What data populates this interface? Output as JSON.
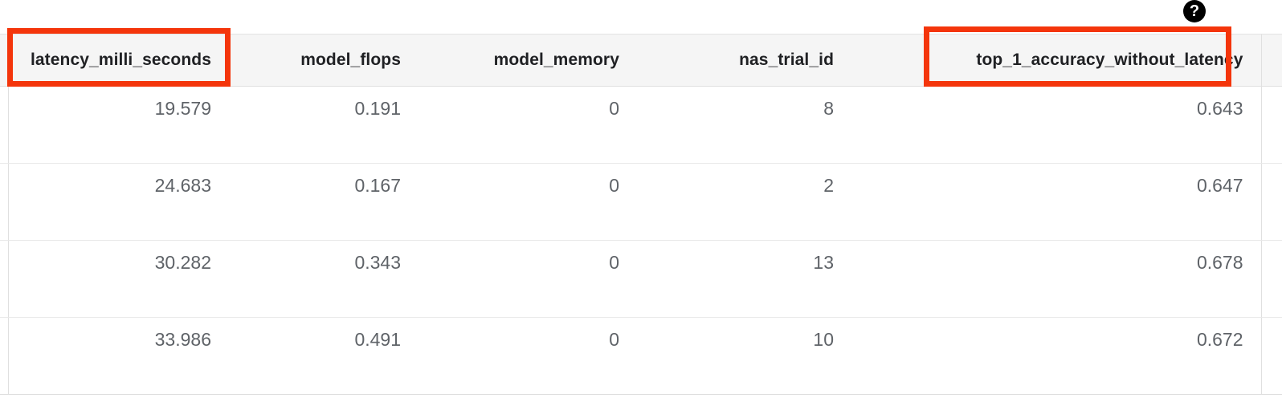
{
  "help": {
    "icon": "help-question-icon",
    "glyph": "?"
  },
  "table": {
    "columns": [
      {
        "key": "latency_milli_seconds",
        "label": "latency_milli_seconds",
        "align": "right",
        "highlighted": true
      },
      {
        "key": "model_flops",
        "label": "model_flops",
        "align": "right",
        "highlighted": false
      },
      {
        "key": "model_memory",
        "label": "model_memory",
        "align": "right",
        "highlighted": false
      },
      {
        "key": "nas_trial_id",
        "label": "nas_trial_id",
        "align": "right",
        "highlighted": false
      },
      {
        "key": "top_1_accuracy_without_latency",
        "label": "top_1_accuracy_without_latency",
        "align": "right",
        "highlighted": true
      }
    ],
    "rows": [
      {
        "latency_milli_seconds": "19.579",
        "model_flops": "0.191",
        "model_memory": "0",
        "nas_trial_id": "8",
        "top_1_accuracy_without_latency": "0.643"
      },
      {
        "latency_milli_seconds": "24.683",
        "model_flops": "0.167",
        "model_memory": "0",
        "nas_trial_id": "2",
        "top_1_accuracy_without_latency": "0.647"
      },
      {
        "latency_milli_seconds": "30.282",
        "model_flops": "0.343",
        "model_memory": "0",
        "nas_trial_id": "13",
        "top_1_accuracy_without_latency": "0.678"
      },
      {
        "latency_milli_seconds": "33.986",
        "model_flops": "0.491",
        "model_memory": "0",
        "nas_trial_id": "10",
        "top_1_accuracy_without_latency": "0.672"
      }
    ]
  },
  "annotations": [
    {
      "name": "highlight-latency-column-header",
      "target": "latency_milli_seconds",
      "color": "#f4350b"
    },
    {
      "name": "highlight-top1-accuracy-column-header",
      "target": "top_1_accuracy_without_latency",
      "color": "#f4350b"
    }
  ],
  "colors": {
    "annotation": "#f4350b",
    "header_bg": "#f5f5f5",
    "header_text": "#202124",
    "cell_text": "#5f6368",
    "row_border": "#e8e8e8",
    "page_bg": "#ffffff"
  }
}
